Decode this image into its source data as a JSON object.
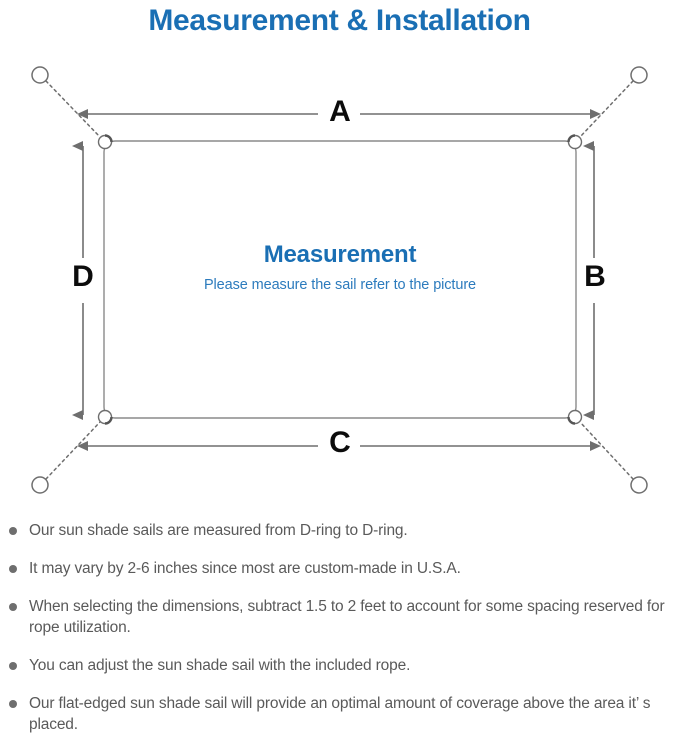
{
  "page": {
    "title": "Measurement & Installation",
    "title_color": "#1a6fb4",
    "background": "#ffffff"
  },
  "diagram": {
    "center_title": "Measurement",
    "center_subtitle": "Please measure the sail refer to the picture",
    "center_title_color": "#1a6fb4",
    "center_subtitle_color": "#2c7bbd",
    "line_color": "#6e6e6e",
    "sail_edge_color": "#7a7a7a",
    "label_color": "#0c0c0c",
    "dimension_labels": {
      "top": "A",
      "right": "B",
      "bottom": "C",
      "left": "D"
    },
    "icons": {
      "anchor_ring": "anchor-ring-icon",
      "d_ring": "d-ring-icon",
      "rope": "dotted-rope-line-icon",
      "dimension_arrow": "double-headed-arrow-icon"
    }
  },
  "notes": {
    "items": [
      "Our sun shade sails are measured from D-ring to D-ring.",
      "It may vary by 2-6 inches since most are custom-made in U.S.A.",
      "When selecting the dimensions, subtract 1.5 to 2 feet to account for some spacing reserved for rope utilization.",
      "You can adjust the sun shade sail with the included rope.",
      "Our flat-edged sun shade sail will provide an optimal amount of coverage above the area it’ s placed.",
      "",
      "",
      ""
    ],
    "bullet_color": "#6e6e6e",
    "text_color": "#5a5a5a"
  }
}
